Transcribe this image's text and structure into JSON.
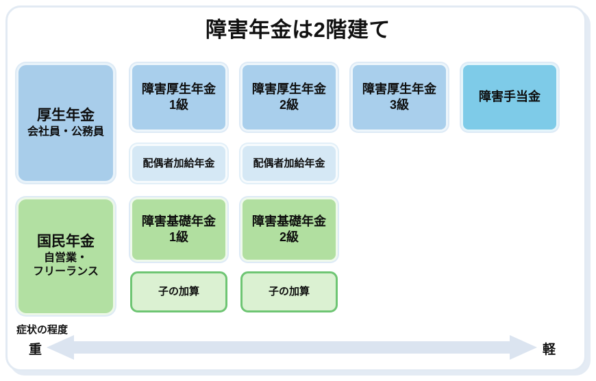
{
  "title": "障害年金は2階建て",
  "tiers": [
    {
      "category": {
        "name": "厚生年金",
        "sub": "会社員・公務員",
        "color": "#a8cdea"
      },
      "grades": [
        {
          "name": "障害厚生年金",
          "grade": "1級",
          "color": "#a9cfec"
        },
        {
          "name": "障害厚生年金",
          "grade": "2級",
          "color": "#a9cfec"
        },
        {
          "name": "障害厚生年金",
          "grade": "3級",
          "color": "#a9cfec"
        },
        {
          "name": "障害手当金",
          "grade": "",
          "color": "#7ecbe8"
        }
      ],
      "supplements": [
        {
          "label": "配偶者加給年金",
          "color": "#d5e8f5"
        },
        {
          "label": "配偶者加給年金",
          "color": "#d5e8f5"
        }
      ]
    },
    {
      "category": {
        "name": "国民年金",
        "sub1": "自営業・",
        "sub2": "フリーランス",
        "color": "#b2e0a2"
      },
      "grades": [
        {
          "name": "障害基礎年金",
          "grade": "1級",
          "color": "#b1dfa0"
        },
        {
          "name": "障害基礎年金",
          "grade": "2級",
          "color": "#b1dfa0"
        }
      ],
      "supplements": [
        {
          "label": "子の加算",
          "color": "#dbf1d2"
        },
        {
          "label": "子の加算",
          "color": "#dbf1d2"
        }
      ]
    }
  ],
  "axis": {
    "caption": "症状の程度",
    "left_label": "重",
    "right_label": "軽",
    "arrow_color": "#dbe4f0"
  },
  "frame": {
    "border_color": "#e2eaf3",
    "shadow_color": "#dfe8f2"
  }
}
